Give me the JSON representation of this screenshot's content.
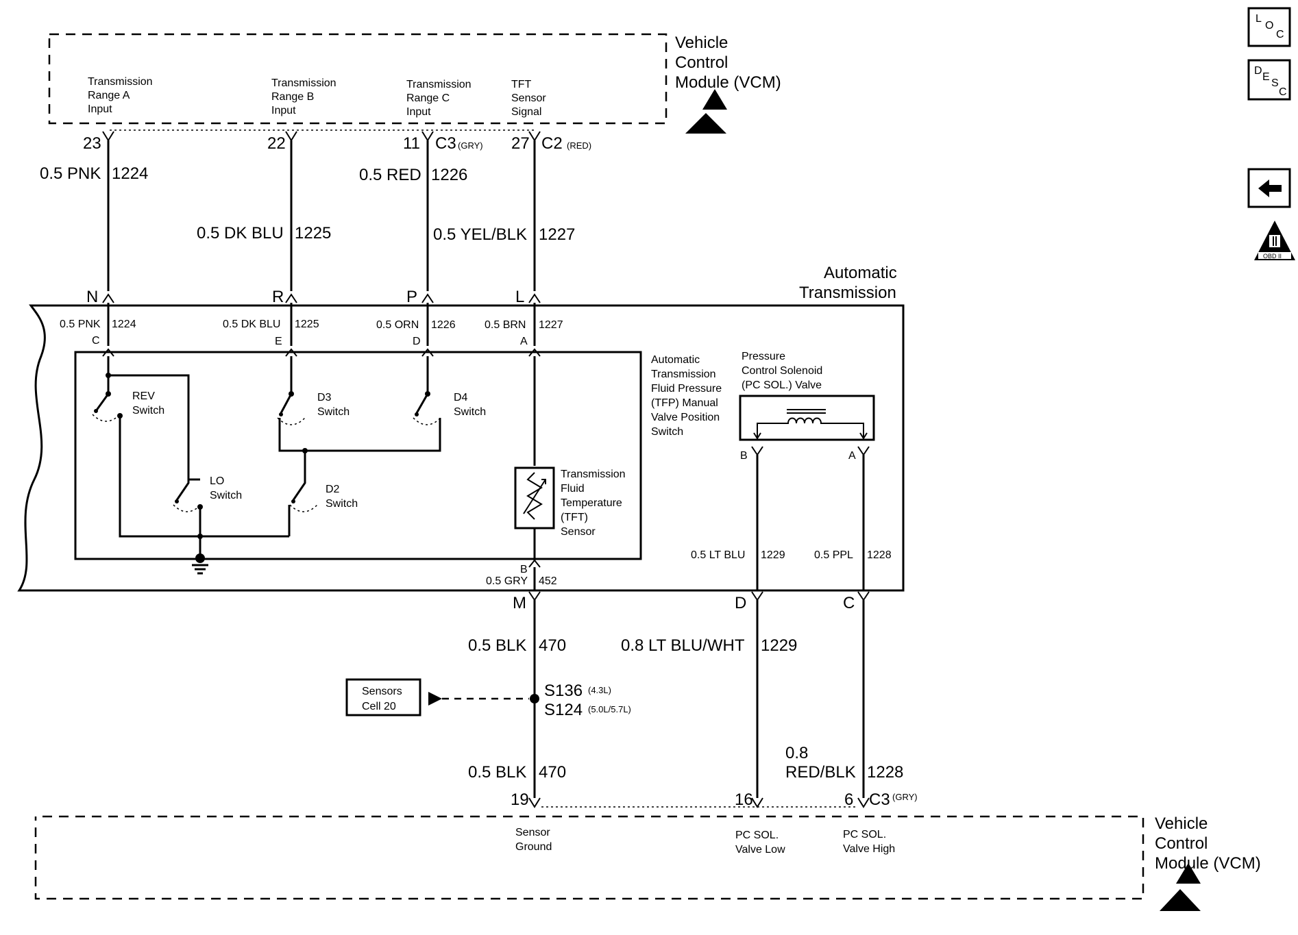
{
  "vcm_top": {
    "title": [
      "Vehicle",
      "Control",
      "Module (VCM)"
    ],
    "inputs": [
      [
        "Transmission",
        "Range A",
        "Input"
      ],
      [
        "Transmission",
        "Range B",
        "Input"
      ],
      [
        "Transmission",
        "Range C",
        "Input"
      ],
      [
        "TFT",
        "Sensor",
        "Signal"
      ]
    ]
  },
  "top_pins": [
    "23",
    "22",
    "11",
    "27"
  ],
  "top_connectors": {
    "c3": "C3",
    "c3_color": "(GRY)",
    "c2": "C2",
    "c2_color": "(RED)"
  },
  "top_wires": [
    {
      "label": "0.5 PNK",
      "circuit": "1224"
    },
    {
      "label": "0.5 DK BLU",
      "circuit": "1225"
    },
    {
      "label": "0.5 RED",
      "circuit": "1226"
    },
    {
      "label": "0.5 YEL/BLK",
      "circuit": "1227"
    }
  ],
  "trans_title": [
    "Automatic",
    "Transmission"
  ],
  "trans_top_pins": [
    "N",
    "R",
    "P",
    "L"
  ],
  "trans_inner_wires": [
    {
      "label": "0.5 PNK",
      "circuit": "1224",
      "pin": "C"
    },
    {
      "label": "0.5 DK BLU",
      "circuit": "1225",
      "pin": "E"
    },
    {
      "label": "0.5 ORN",
      "circuit": "1226",
      "pin": "D"
    },
    {
      "label": "0.5 BRN",
      "circuit": "1227",
      "pin": "A"
    }
  ],
  "switches": {
    "rev": [
      "REV",
      "Switch"
    ],
    "d3": [
      "D3",
      "Switch"
    ],
    "d4": [
      "D4",
      "Switch"
    ],
    "lo": [
      "LO",
      "Switch"
    ],
    "d2": [
      "D2",
      "Switch"
    ]
  },
  "tfp_label": [
    "Automatic",
    "Transmission",
    "Fluid Pressure",
    "(TFP) Manual",
    "Valve Position",
    "Switch"
  ],
  "tft_label": [
    "Transmission",
    "Fluid",
    "Temperature",
    "(TFT)",
    "Sensor"
  ],
  "pc_label": [
    "Pressure",
    "Control Solenoid",
    "(PC SOL.) Valve"
  ],
  "pc_pins": {
    "b": "B",
    "a": "A"
  },
  "pc_wires": [
    {
      "label": "0.5 LT BLU",
      "circuit": "1229"
    },
    {
      "label": "0.5 PPL",
      "circuit": "1228"
    }
  ],
  "ground_wire": {
    "pin": "B",
    "label": "0.5 GRY",
    "circuit": "452"
  },
  "trans_bottom_pins": [
    "M",
    "D",
    "C"
  ],
  "bottom_wires": [
    {
      "label": "0.5 BLK",
      "circuit": "470"
    },
    {
      "label": "0.8 LT BLU/WHT",
      "circuit": "1229"
    },
    {
      "label": "0.5 BLK",
      "circuit": "470"
    },
    {
      "label_line1": "0.8",
      "label_line2": "RED/BLK",
      "circuit": "1228"
    }
  ],
  "splice": {
    "s136": "S136",
    "s136_note": "(4.3L)",
    "s124": "S124",
    "s124_note": "(5.0L/5.7L)"
  },
  "sensors_ref": [
    "Sensors",
    "Cell 20"
  ],
  "bottom_pins": [
    "19",
    "16",
    "6"
  ],
  "bottom_connector": {
    "name": "C3",
    "color": "(GRY)"
  },
  "vcm_bottom": {
    "title": [
      "Vehicle",
      "Control",
      "Module (VCM)"
    ],
    "outputs": [
      [
        "Sensor",
        "Ground"
      ],
      [
        "PC SOL.",
        "Valve Low"
      ],
      [
        "PC SOL.",
        "Valve High"
      ]
    ]
  },
  "side_icons": {
    "loc": {
      "a": "L",
      "b": "O",
      "c": "C"
    },
    "desc": {
      "a": "D",
      "b": "E",
      "c": "S",
      "d": "C"
    },
    "obd": "OBD II"
  }
}
